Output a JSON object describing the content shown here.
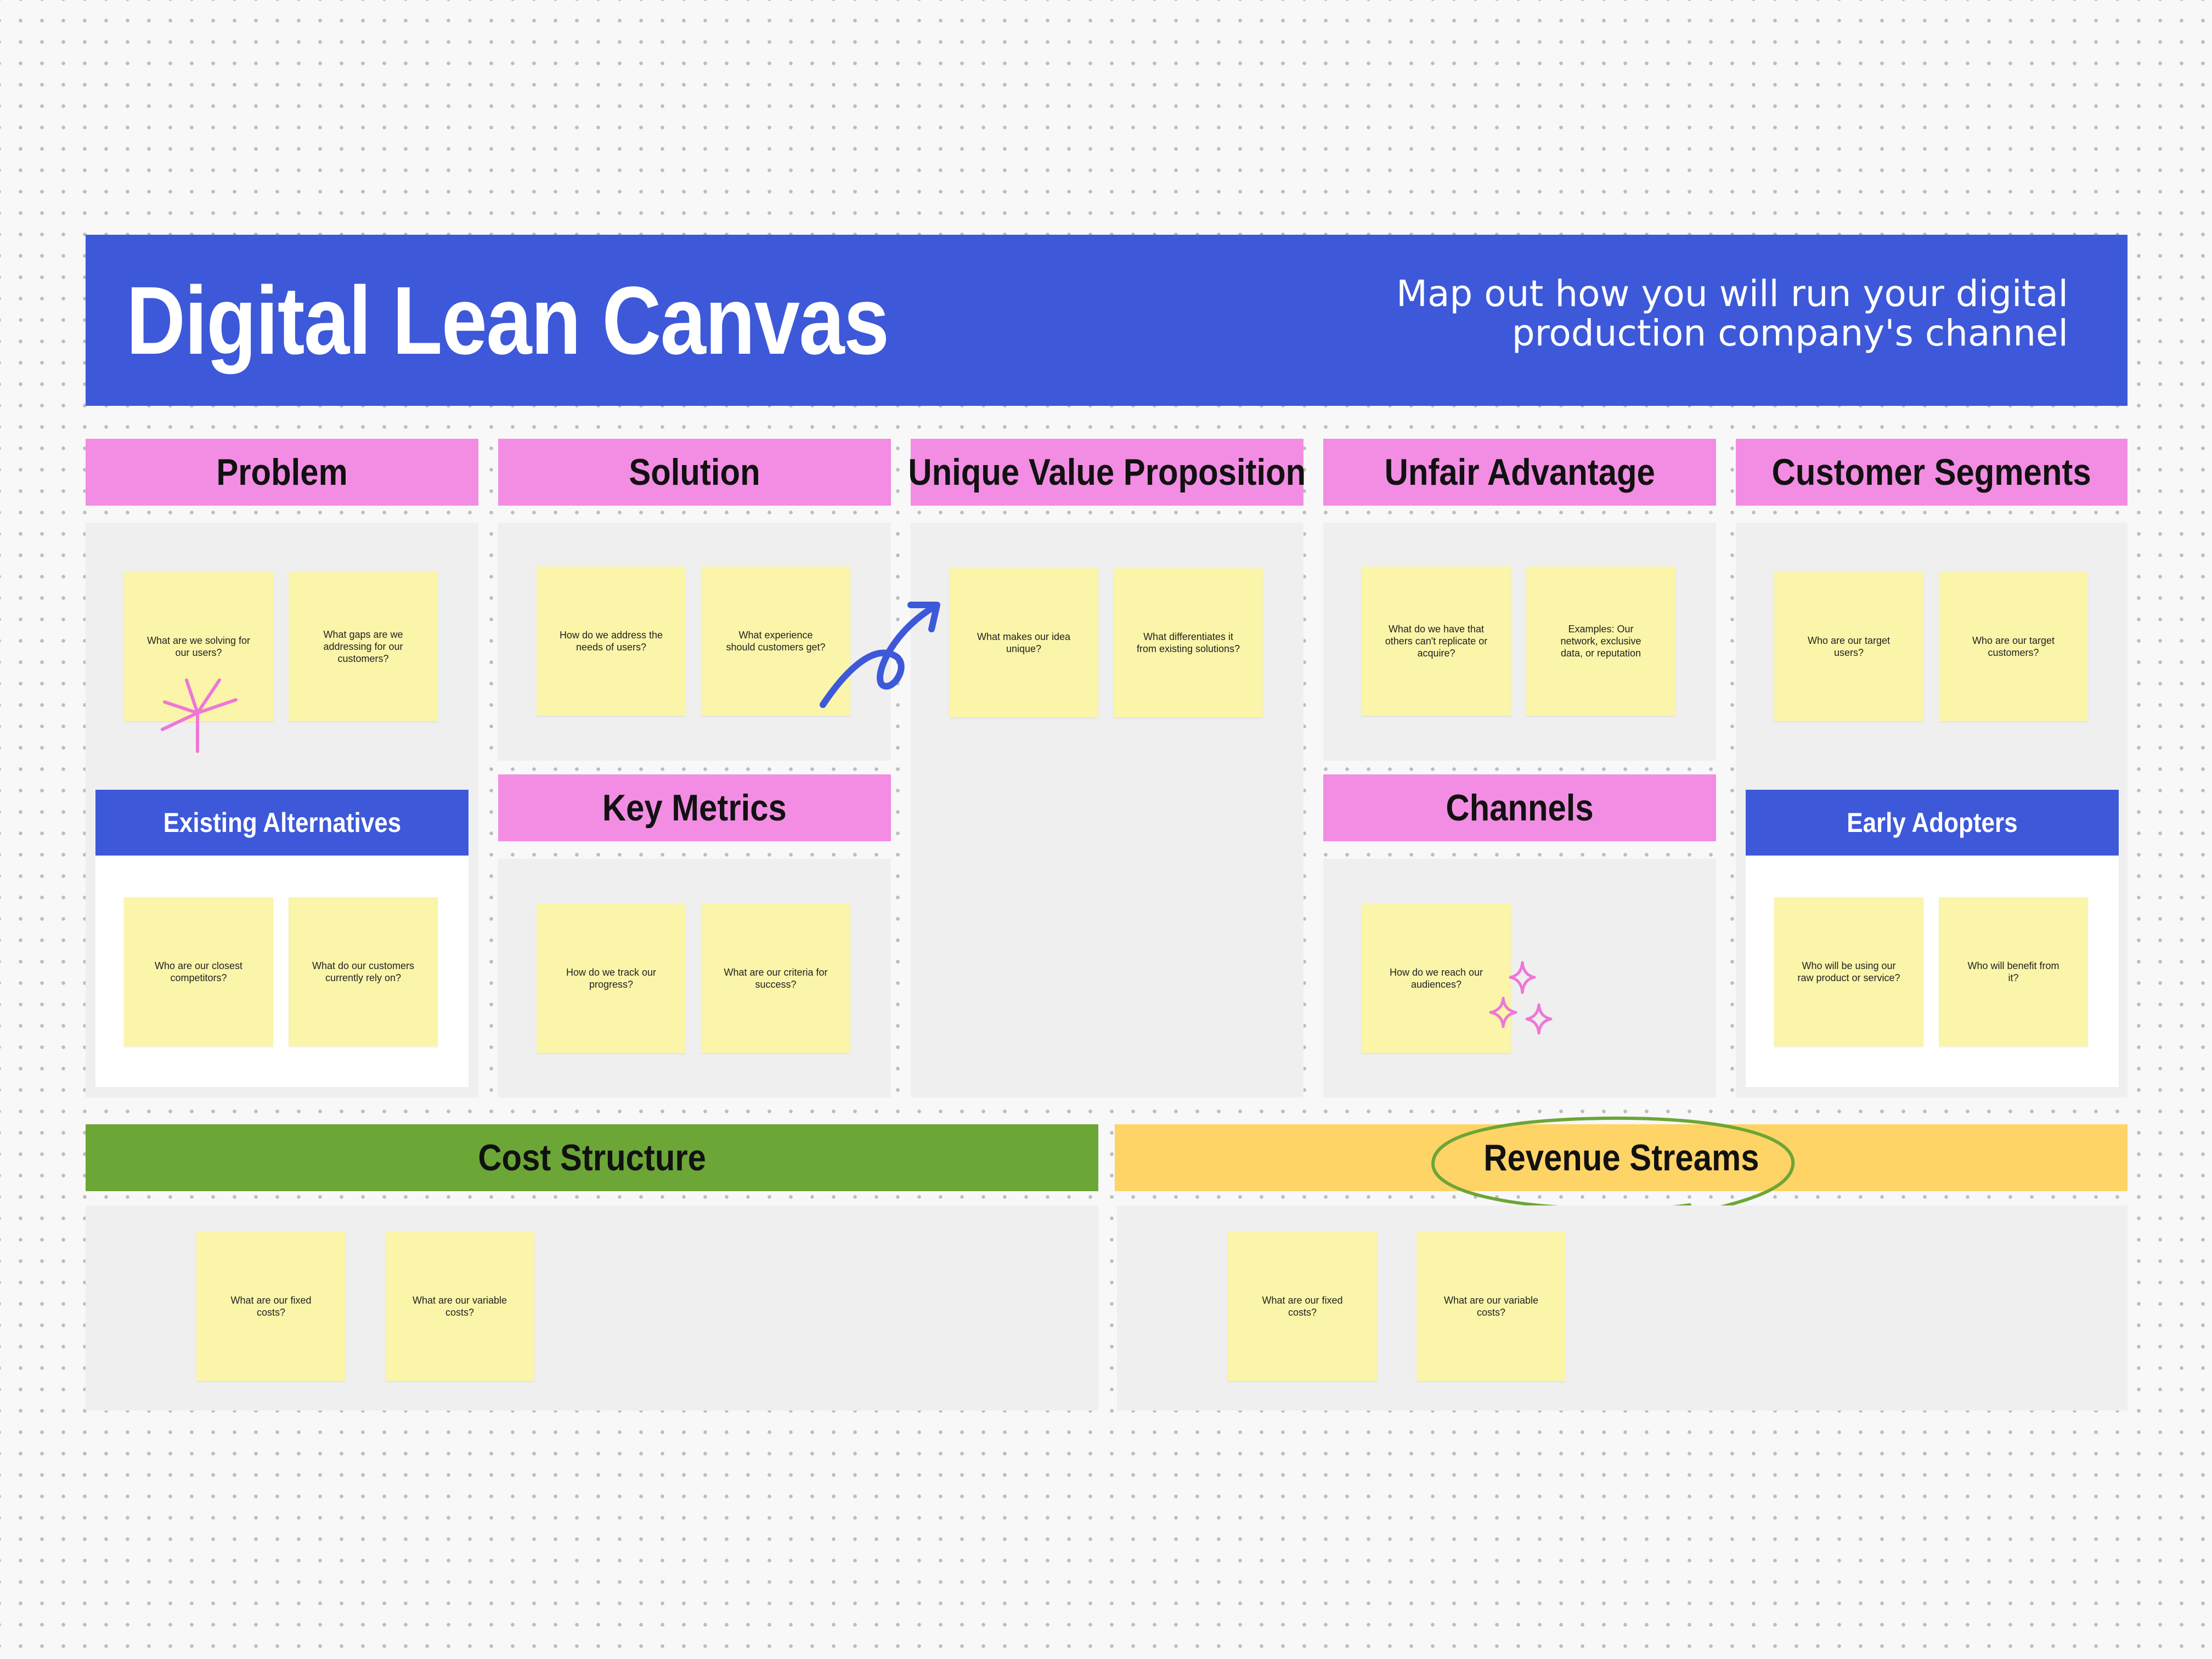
{
  "header": {
    "title": "Digital Lean Canvas",
    "subtitle_line1": "Map out how you will run your digital",
    "subtitle_line2": "production company's channel",
    "color": "#3d59d9"
  },
  "colors": {
    "section_header": "#f28de3",
    "sub_header": "#3d59d9",
    "sticky_note": "#faf5a9",
    "cost_header": "#6ca637",
    "revenue_header": "#ffd466",
    "panel": "#efefef"
  },
  "sections": {
    "problem": {
      "title": "Problem",
      "notes": [
        "What are we solving for our users?",
        "What gaps are we addressing for our customers?"
      ],
      "sub_title": "Existing Alternatives",
      "sub_notes": [
        "Who are our closest competitors?",
        "What do our customers currently rely on?"
      ]
    },
    "solution": {
      "title": "Solution",
      "notes": [
        "How do we address the needs of users?",
        "What experience should customers get?"
      ]
    },
    "key_metrics": {
      "title": "Key Metrics",
      "notes": [
        "How do we track our progress?",
        "What are our criteria for success?"
      ]
    },
    "uvp": {
      "title": "Unique Value Proposition",
      "notes": [
        "What makes our idea unique?",
        "What differentiates it from existing solutions?"
      ]
    },
    "unfair_advantage": {
      "title": "Unfair Advantage",
      "notes": [
        "What do we have that others can't replicate or acquire?",
        "Examples: Our network, exclusive data, or reputation"
      ]
    },
    "channels": {
      "title": "Channels",
      "notes": [
        "How do we reach our audiences?"
      ]
    },
    "customer_segments": {
      "title": "Customer Segments",
      "notes": [
        "Who are our target users?",
        "Who are our target customers?"
      ],
      "sub_title": "Early Adopters",
      "sub_notes": [
        "Who will be using our raw product or service?",
        "Who will benefit from it?"
      ]
    },
    "cost_structure": {
      "title": "Cost Structure",
      "notes": [
        "What are our fixed costs?",
        "What are our variable costs?"
      ]
    },
    "revenue_streams": {
      "title": "Revenue Streams",
      "notes": [
        "What are our fixed costs?",
        "What are our variable costs?"
      ]
    }
  },
  "decorations": [
    "burst-icon",
    "curly-arrow-icon",
    "sparkle-icon",
    "ellipse-highlight-icon"
  ]
}
